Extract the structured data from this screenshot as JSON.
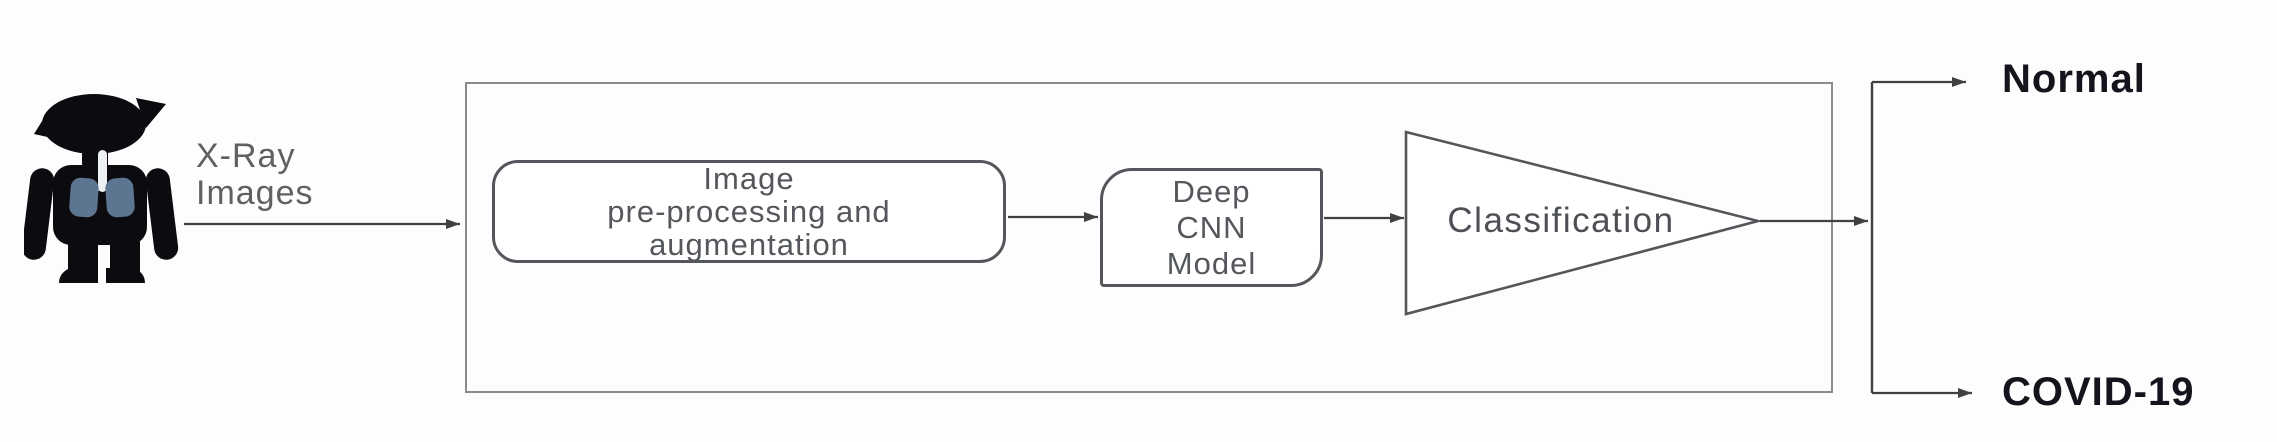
{
  "figure": {
    "title": "deep-cnn-covid-classification-pipeline",
    "source": {
      "icon": "patient-chest-xray-icon",
      "label_lines": [
        "X-Ray",
        "Images"
      ]
    },
    "stages": [
      {
        "shape": "rounded-rect",
        "label_lines": [
          "Image",
          "pre-processing and",
          "augmentation"
        ]
      },
      {
        "shape": "leaf-rect",
        "label_lines": [
          "Deep",
          "CNN",
          "Model"
        ]
      },
      {
        "shape": "right-triangle",
        "label_lines": [
          "Classification"
        ]
      }
    ],
    "outputs": [
      {
        "label": "Normal"
      },
      {
        "label": "COVID-19"
      }
    ],
    "colors": {
      "line": "#404040",
      "outer_border": "#8b8b8b",
      "stage_border": "#53565b",
      "stage_text": "#54575c",
      "output_text": "#14141c",
      "label_text": "#606060",
      "silhouette": "#0b0b10",
      "lungs": "#5c7590",
      "trachea": "#eef1f4",
      "background": "#fdfdfd"
    }
  }
}
